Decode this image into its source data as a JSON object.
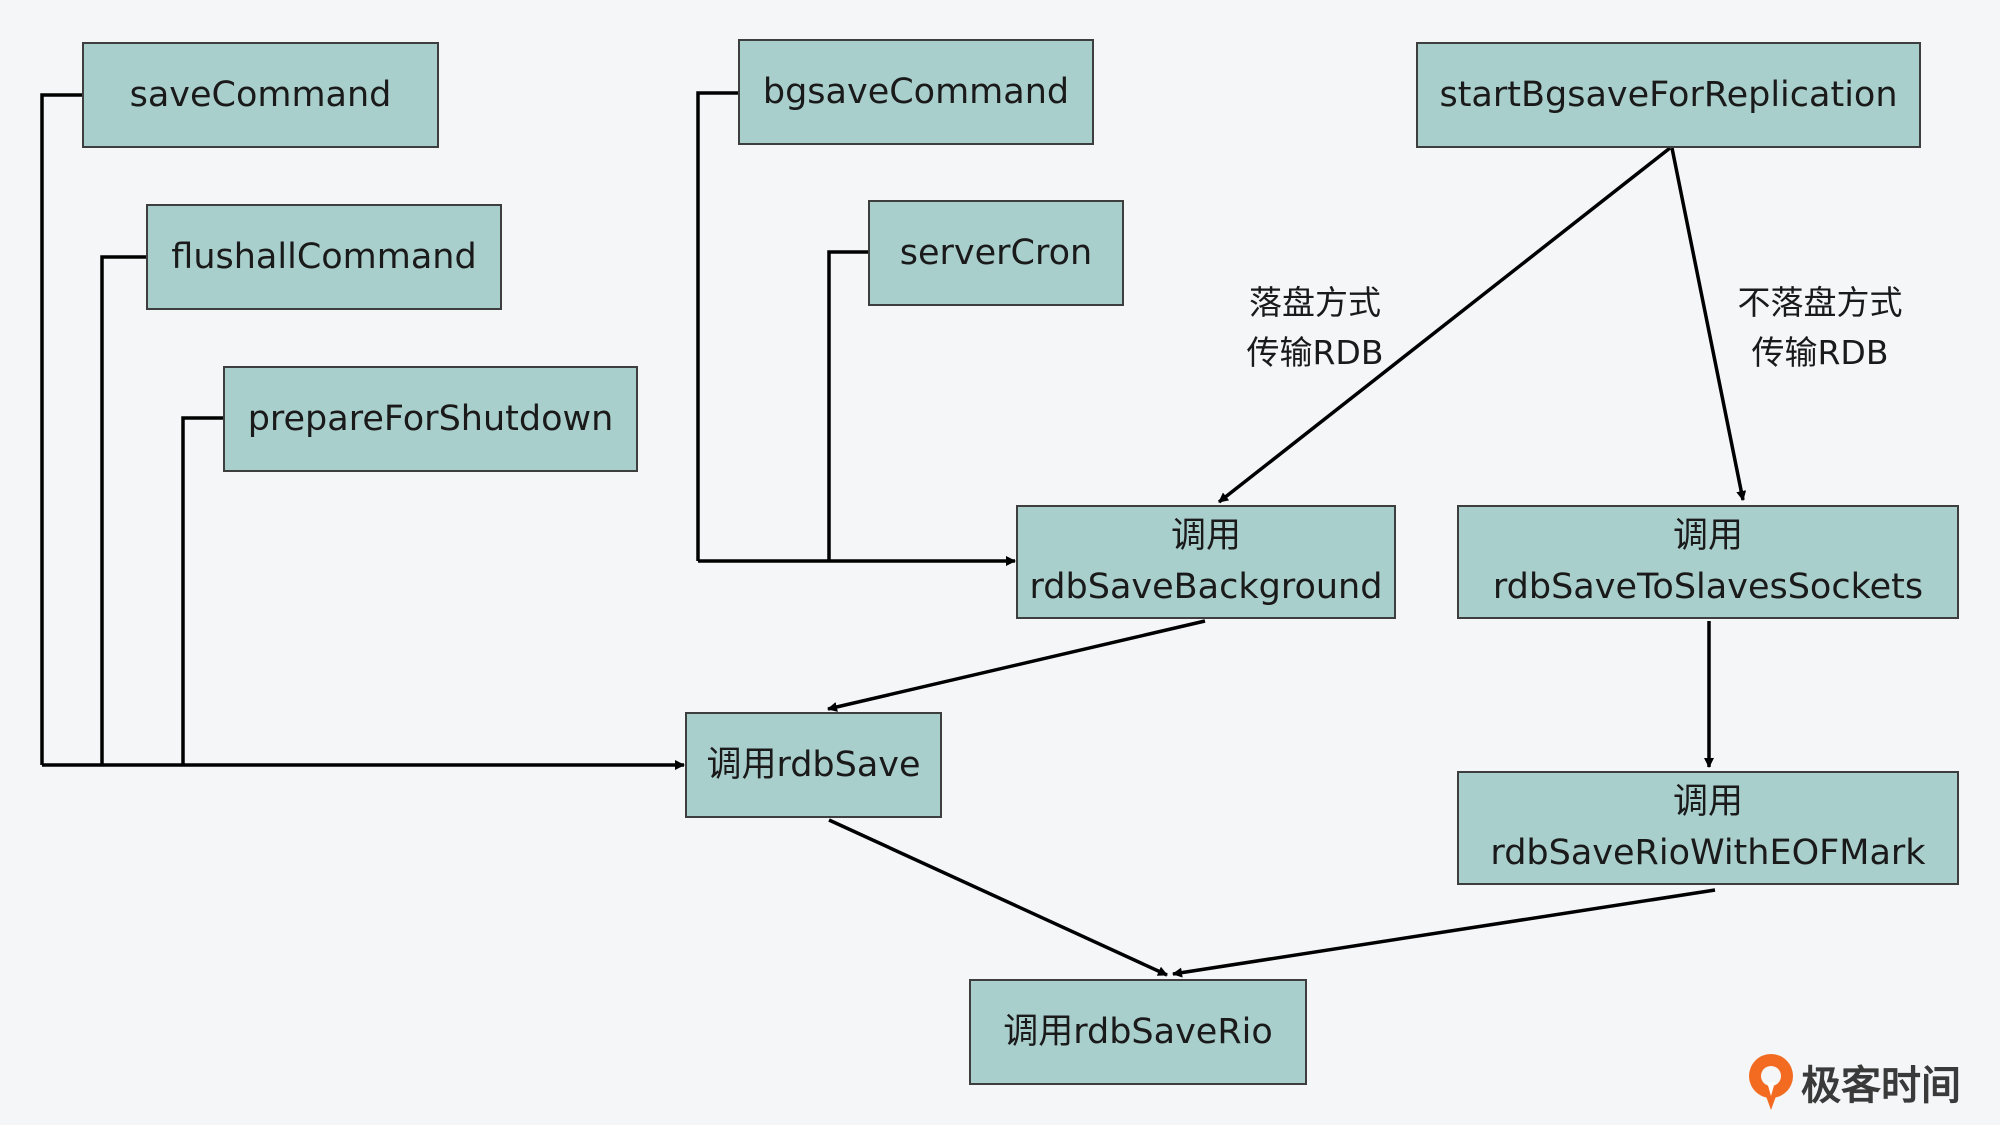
{
  "nodes": {
    "save_command": "saveCommand",
    "flushall_command": "flushallCommand",
    "prepare_for_shutdown": "prepareForShutdown",
    "bgsave_command": "bgsaveCommand",
    "server_cron": "serverCron",
    "start_bgsave_for_replication": "startBgsaveForReplication",
    "rdb_save_background": {
      "line1": "调用",
      "line2": "rdbSaveBackground"
    },
    "rdb_save_to_slaves_sockets": {
      "line1": "调用",
      "line2": "rdbSaveToSlavesSockets"
    },
    "rdb_save": "调用rdbSave",
    "rdb_save_rio_with_eof_mark": {
      "line1": "调用",
      "line2": "rdbSaveRioWithEOFMark"
    },
    "rdb_save_rio": "调用rdbSaveRio"
  },
  "edge_labels": {
    "disk": {
      "line1": "落盘方式",
      "line2": "传输RDB"
    },
    "diskless": {
      "line1": "不落盘方式",
      "line2": "传输RDB"
    }
  },
  "watermark": "极客时间",
  "colors": {
    "node_fill": "#a9cfcd",
    "node_border": "#3e3e3e",
    "line": "#000000",
    "background": "#f4f6f8",
    "logo_orange": "#f26b21"
  }
}
